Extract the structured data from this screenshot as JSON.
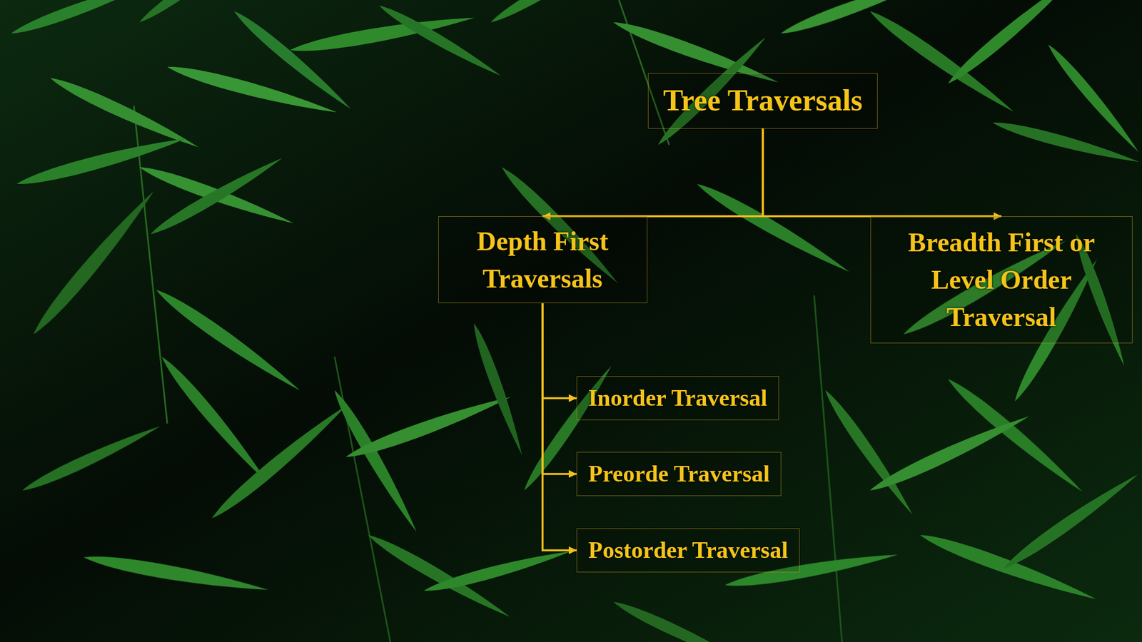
{
  "diagram": {
    "nodes": [
      {
        "text": [
          "Tree Traversals"
        ]
      },
      {
        "text": [
          "Depth First Traversals"
        ]
      },
      {
        "text": [
          "Breadth First or Level Order Traversal"
        ]
      },
      {
        "text": [
          "Inorder Traversal"
        ]
      },
      {
        "text": [
          "Preorde Traversal"
        ]
      },
      {
        "text": [
          "Postorder Traversal"
        ]
      }
    ],
    "edges": [
      {
        "from": 0,
        "to": 1,
        "arrow": "to"
      },
      {
        "from": 0,
        "to": 2,
        "arrow": "to"
      },
      {
        "from": 1,
        "to": 3,
        "arrow": "to"
      },
      {
        "from": 1,
        "to": 4,
        "arrow": "to"
      },
      {
        "from": 1,
        "to": 5,
        "arrow": "to"
      }
    ]
  }
}
